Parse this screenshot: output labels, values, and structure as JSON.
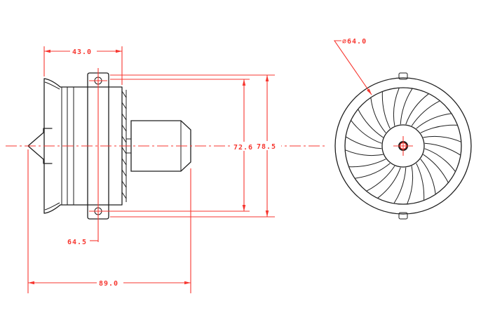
{
  "drawing": {
    "type": "technical-dimension-drawing",
    "subject": "64mm electric ducted fan (EDF) unit, side section view and front fan view",
    "colors": {
      "background": "#ffffff",
      "geometry_line": "#1e1e1e",
      "dimension_line": "#f73730"
    },
    "side_view": {
      "name": "side-view",
      "dims": {
        "duct_length": "43.0",
        "duct_lip_od": "72.6",
        "flange_span": "78.5",
        "flange_hole_ref": "64.5",
        "overall_length": "89.0"
      }
    },
    "front_view": {
      "name": "front-view",
      "blade_count": 12,
      "dims": {
        "fan_diameter": "⌀64.0"
      }
    }
  }
}
